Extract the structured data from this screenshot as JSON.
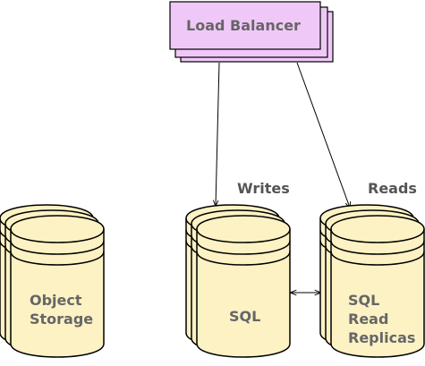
{
  "colors": {
    "load_balancer_fill": "#f0c8f8",
    "database_fill": "#fcf2c4",
    "label_text": "#666666",
    "edge_text": "#555555",
    "stroke": "#000000"
  },
  "nodes": {
    "load_balancer": {
      "label": "Load Balancer"
    },
    "object_storage": {
      "label_lines": [
        "Object",
        "Storage"
      ]
    },
    "sql": {
      "label": "SQL"
    },
    "sql_read_replicas": {
      "label_lines": [
        "SQL",
        "Read",
        "Replicas"
      ]
    }
  },
  "edges": {
    "writes": {
      "label": "Writes",
      "from": "Load Balancer",
      "to": "SQL"
    },
    "reads": {
      "label": "Reads",
      "from": "Load Balancer",
      "to": "SQL Read Replicas"
    },
    "replication": {
      "from": "SQL",
      "to": "SQL Read Replicas",
      "bidirectional": true
    }
  }
}
